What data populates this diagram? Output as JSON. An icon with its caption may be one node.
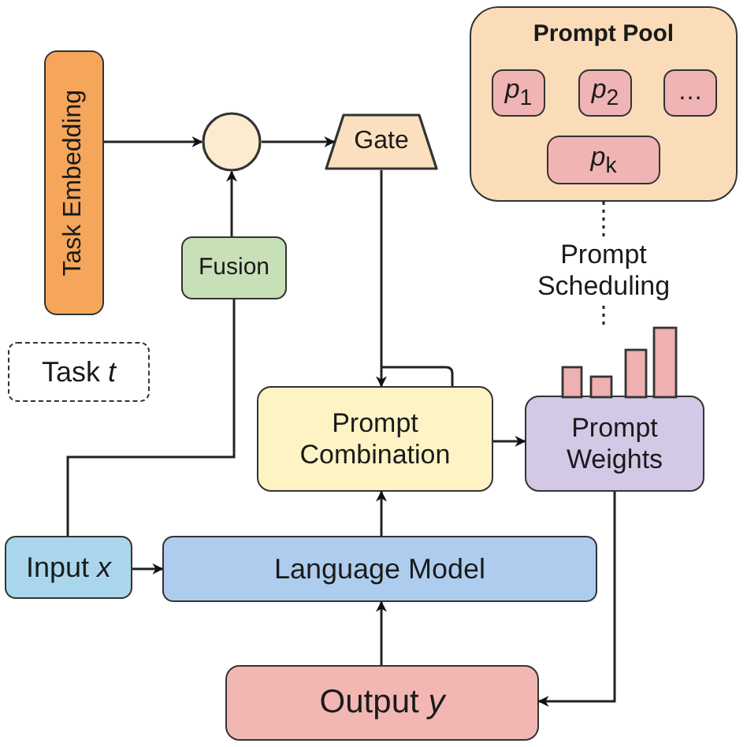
{
  "diagram": {
    "nodes": [
      {
        "text": [
          "Task Embedding"
        ]
      },
      {
        "text": [],
        "shape": "circle"
      },
      {
        "text": [
          "Gate"
        ]
      },
      {
        "text": [
          "Fusion"
        ]
      },
      {
        "text": [
          "Task *t*"
        ]
      },
      {
        "text": [
          "Prompt Pool"
        ]
      },
      {
        "text": [
          "*p*$_{1}$"
        ],
        "in": 5
      },
      {
        "text": [
          "*p*$_{2}$"
        ],
        "in": 5
      },
      {
        "text": [
          "…"
        ],
        "in": 5
      },
      {
        "text": [
          "*p*$_{k}$"
        ],
        "in": 5
      },
      {
        "text": [
          "Prompt Scheduling"
        ]
      },
      {
        "text": [
          "Prompt Combination"
        ]
      },
      {
        "text": [
          "Prompt Weights"
        ]
      },
      {
        "text": [
          "Input *x*"
        ]
      },
      {
        "text": [
          "Language Model"
        ]
      },
      {
        "text": [
          "Output *y*"
        ]
      },
      {
        "text": [],
        "shape": "bar"
      }
    ],
    "edges": [
      {
        "from": 0,
        "to": 1,
        "arrow": "to"
      },
      {
        "from": 1,
        "to": 2,
        "arrow": "to"
      },
      {
        "from": 3,
        "to": 1,
        "arrow": "to"
      },
      {
        "from": 13,
        "to": 3,
        "arrow": "none"
      },
      {
        "from": 2,
        "to": 11,
        "arrow": "to"
      },
      {
        "from": 11,
        "to": 12,
        "arrow": "to"
      },
      {
        "from": 14,
        "to": 11,
        "arrow": "to"
      },
      {
        "from": 13,
        "to": 14,
        "arrow": "to"
      },
      {
        "from": 15,
        "to": 14,
        "arrow": "to"
      },
      {
        "from": 12,
        "to": 15,
        "arrow": "to"
      },
      {
        "from": 5,
        "to": 10,
        "arrow": "none",
        "style": "dashed"
      },
      {
        "from": 10,
        "to": 16,
        "arrow": "none",
        "style": "dashed"
      }
    ]
  }
}
